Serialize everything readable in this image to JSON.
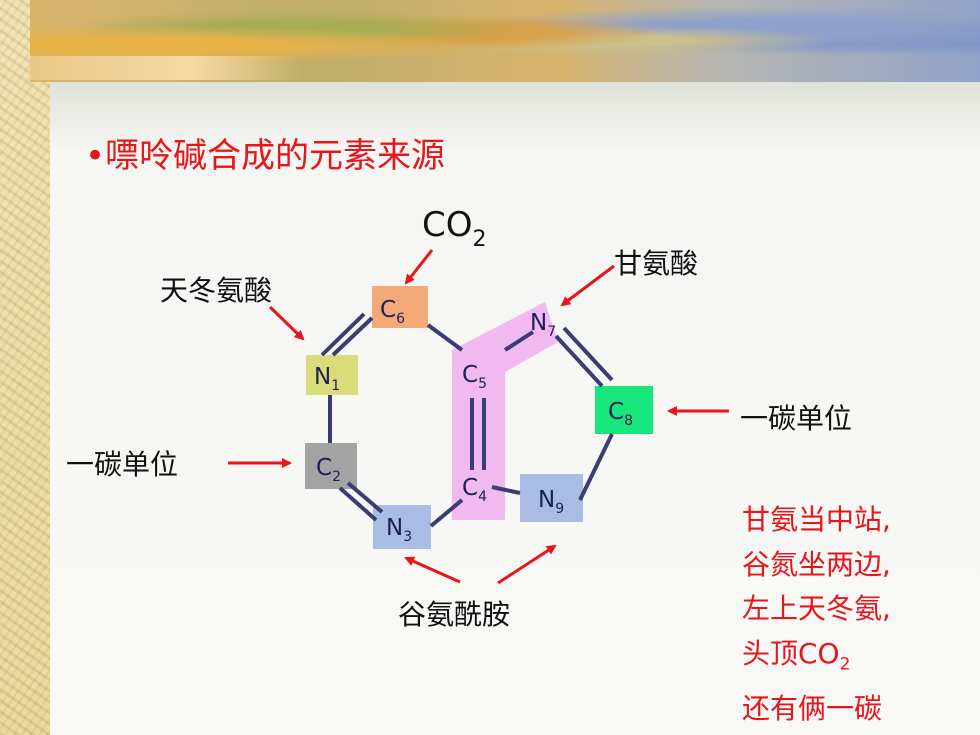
{
  "slide": {
    "title": "•嘌呤碱合成的元素来源"
  },
  "diagram": {
    "atoms": [
      {
        "id": "C6",
        "element": "C",
        "index": "6",
        "fill": "#f3aa76"
      },
      {
        "id": "N1",
        "element": "N",
        "index": "1",
        "fill": "#dadc79"
      },
      {
        "id": "C2",
        "element": "C",
        "index": "2",
        "fill": "#a3a3a3"
      },
      {
        "id": "N3",
        "element": "N",
        "index": "3",
        "fill": "#a9bde4"
      },
      {
        "id": "C4",
        "element": "C",
        "index": "4",
        "fill": "#f0b9ef"
      },
      {
        "id": "C5",
        "element": "C",
        "index": "5",
        "fill": "#f0b9ef"
      },
      {
        "id": "N7",
        "element": "N",
        "index": "7",
        "fill": "#f0b9ef"
      },
      {
        "id": "C8",
        "element": "C",
        "index": "8",
        "fill": "#18e87b"
      },
      {
        "id": "N9",
        "element": "N",
        "index": "9",
        "fill": "#a9bde4"
      }
    ],
    "glycine_highlight_color": "#f0b9ef",
    "labels": {
      "co2": "CO",
      "co2_sub": "2",
      "glycine": "甘氨酸",
      "aspartate": "天冬氨酸",
      "one_carbon_right": "一碳单位",
      "one_carbon_left": "一碳单位",
      "glutamine": "谷氨酰胺"
    },
    "arrow_color": "#e8151b",
    "bond_color": "#3a3d74"
  },
  "mnemonic": {
    "lines": [
      "甘氨当中站,",
      "谷氮坐两边,",
      "左上天冬氨,",
      "头顶CO",
      "还有俩一碳"
    ],
    "co2_sub": "2"
  }
}
